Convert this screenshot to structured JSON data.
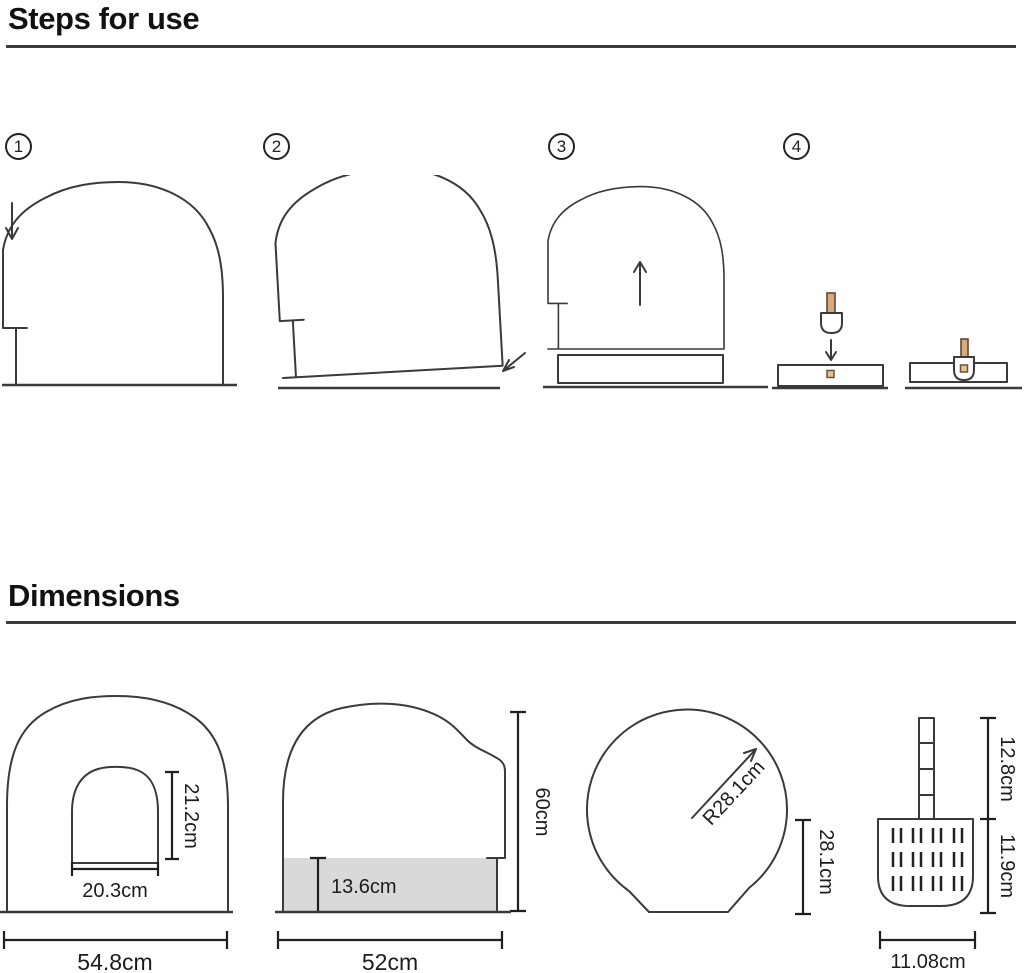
{
  "steps_section": {
    "title": "Steps for use"
  },
  "dimensions_section": {
    "title": "Dimensions"
  },
  "steps": [
    {
      "label": "1"
    },
    {
      "label": "2"
    },
    {
      "label": "3"
    },
    {
      "label": "4"
    }
  ],
  "measurements": {
    "front_view": {
      "door_height": "21.2cm",
      "door_width": "20.3cm",
      "overall_width": "54.8cm"
    },
    "side_view": {
      "litter_depth": "13.6cm",
      "overall_height": "60cm",
      "overall_width": "52cm"
    },
    "top_view": {
      "radius": "R28.1cm",
      "side_height": "28.1cm"
    },
    "scoop": {
      "handle_length": "12.8cm",
      "head_length": "11.9cm",
      "width": "11.08cm"
    }
  },
  "colors": {
    "line": "#3a3a3a",
    "text": "#151515",
    "shade_gray": "#d9d9d9",
    "scoop_handle_tan": "#d9ab7c"
  }
}
